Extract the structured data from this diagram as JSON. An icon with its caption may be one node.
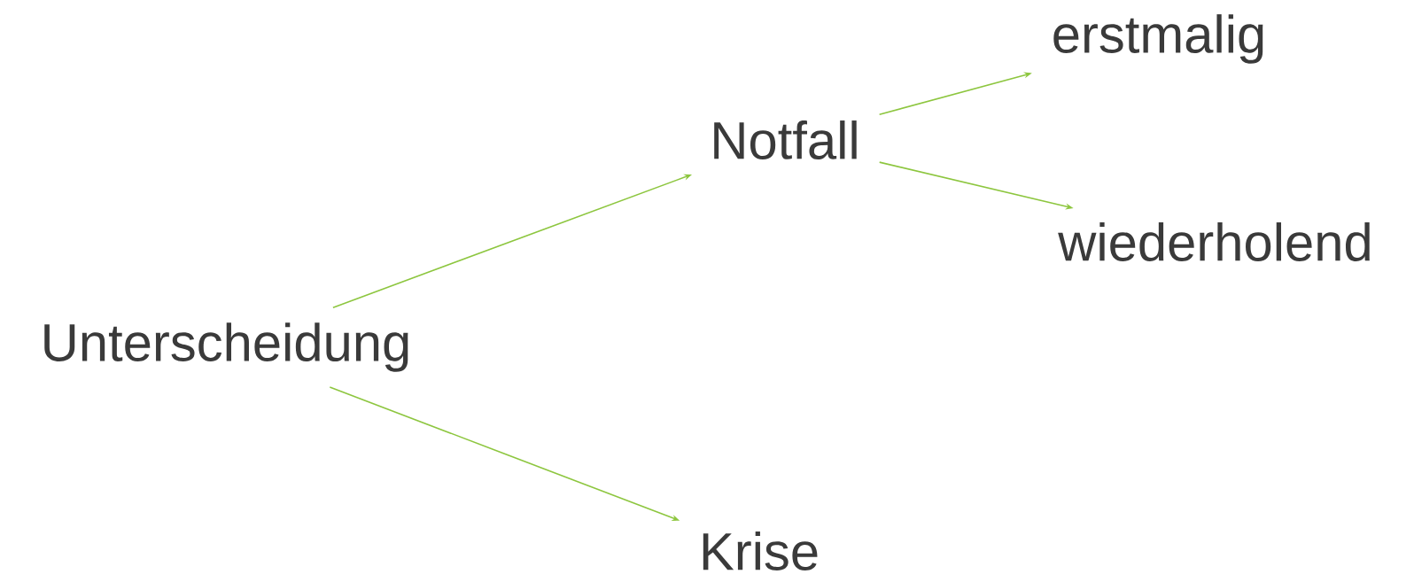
{
  "diagram": {
    "nodes": [
      {
        "text": [
          "Unterscheidung"
        ]
      },
      {
        "text": [
          "Notfall"
        ]
      },
      {
        "text": [
          "erstmalig"
        ]
      },
      {
        "text": [
          "wiederholend"
        ]
      },
      {
        "text": [
          "Krise"
        ]
      }
    ],
    "edges": [
      {
        "from": 0,
        "to": 1,
        "arrow": "to"
      },
      {
        "from": 0,
        "to": 4,
        "arrow": "to"
      },
      {
        "from": 1,
        "to": 2,
        "arrow": "to"
      },
      {
        "from": 1,
        "to": 3,
        "arrow": "to"
      }
    ]
  }
}
